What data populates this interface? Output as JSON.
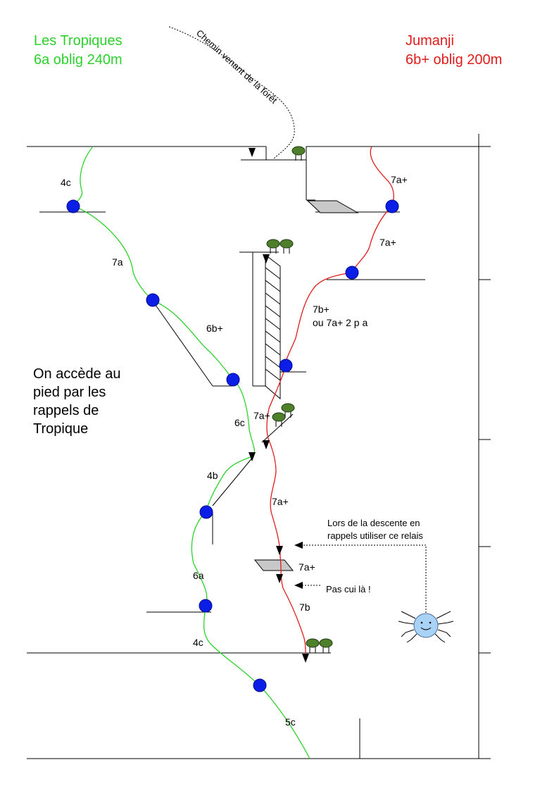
{
  "routes": {
    "tropiques": {
      "name": "Les Tropiques",
      "info": "6a oblig 240m",
      "color": "#2dd12d"
    },
    "jumanji": {
      "name": "Jumanji",
      "info": "6b+ oblig 200m",
      "color": "#e11c1c"
    }
  },
  "path_label": "Chemin venant de la forêt",
  "access_note": [
    "On accède au",
    "pied par les",
    "rappels de",
    "Tropique"
  ],
  "descent_note": [
    "Lors de la descente en",
    "rappels utiliser ce relais"
  ],
  "warning_note": "Pas cui là !",
  "tropiques_grades": [
    "4c",
    "7a",
    "6b+",
    "6c",
    "4b",
    "6a",
    "4c",
    "5c"
  ],
  "jumanji_grades": [
    "7a+",
    "7a+",
    "7b+",
    "ou 7a+ 2 p a",
    "7a+",
    "7a+",
    "7a+",
    "7b"
  ],
  "colors": {
    "relay": "#0b1ee6",
    "tree": "#4e7f2b",
    "slab": "#c8c8c8",
    "spider": "#a9d2f7"
  }
}
